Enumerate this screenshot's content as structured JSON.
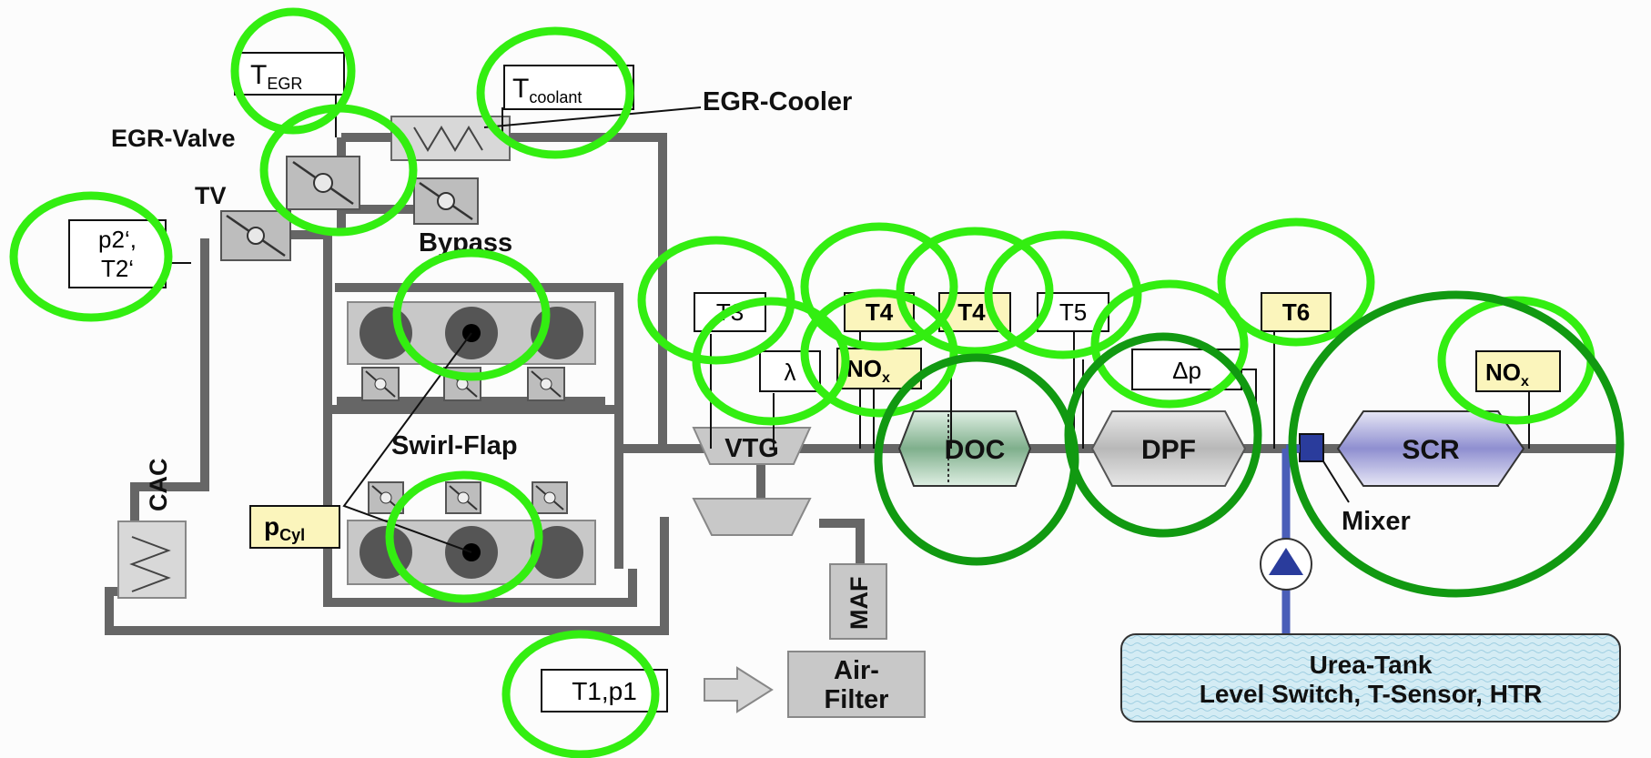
{
  "sensors": {
    "t_egr_base": "T",
    "t_egr_sub": "EGR",
    "t_coolant_base": "T",
    "t_coolant_sub": "coolant",
    "p2_t2_line1": "p2‘,",
    "p2_t2_line2": "T2‘",
    "t3": "T3",
    "t4": "T4",
    "t4_prime": "T4‘",
    "t5": "T5",
    "t6": "T6",
    "lambda": "λ",
    "nox_base": "NO",
    "nox_sub": "x",
    "delta_p": "Δp",
    "p_cyl_base": "p",
    "p_cyl_sub": "Cyl",
    "t1_p1": "T1,p1",
    "maf": "MAF"
  },
  "labels": {
    "egr_cooler": "EGR-Cooler",
    "egr_valve": "EGR-Valve",
    "tv": "TV",
    "bypass": "Bypass",
    "swirl_flap": "Swirl-Flap",
    "cac": "CAC",
    "vtg": "VTG",
    "doc": "DOC",
    "dpf": "DPF",
    "scr": "SCR",
    "mixer": "Mixer",
    "air_filter_line1": "Air-",
    "air_filter_line2": "Filter",
    "urea_line1": "Urea-Tank",
    "urea_line2": "Level Switch, T-Sensor, HTR"
  },
  "colors": {
    "pipe": "#666666",
    "component_gray": "#c8c8c8",
    "sensor_yellow": "#fbf5bc",
    "highlight_light_green": "#33ee11",
    "highlight_dark_green": "#119911",
    "doc_green": "#7faf8c",
    "scr_purple": "#8f8fd0",
    "urea_blue": "#4a5eb8",
    "tank_fill": "#d4ecf4"
  },
  "icons": [
    "valve-icon",
    "cylinder-icon",
    "pump-icon",
    "cooler-icon",
    "arrow-icon"
  ]
}
